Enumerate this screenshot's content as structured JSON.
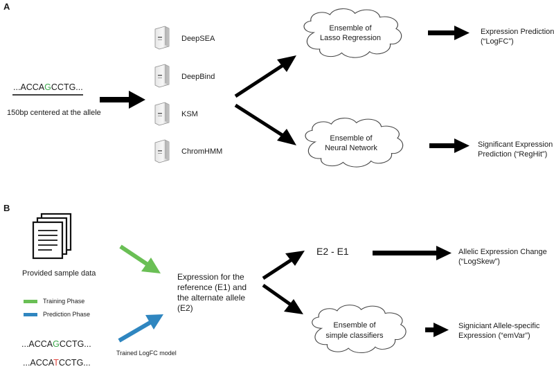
{
  "panel_a": {
    "label": "A",
    "sequence": {
      "before": "...ACCA",
      "allele": "G",
      "after": "CCTG...",
      "allele_color": "#3aa84a"
    },
    "sequence_caption": "150bp centered at the allele",
    "tools": [
      "DeepSEA",
      "DeepBind",
      "KSM",
      "ChromHMM"
    ],
    "cloud_top": {
      "line1": "Ensemble of",
      "line2": "Lasso Regression"
    },
    "cloud_bottom": {
      "line1": "Ensemble of",
      "line2": "Neural Network"
    },
    "output_top": {
      "line1": "Expression Prediction",
      "line2": "(“LogFC”)"
    },
    "output_bottom": {
      "line1": "Significant Expression",
      "line2": "Prediction (“RegHit”)"
    }
  },
  "panel_b": {
    "label": "B",
    "provided_data_caption": "Provided sample data",
    "legend": [
      {
        "label": "Training Phase",
        "color": "#6abf55"
      },
      {
        "label": "Prediction Phase",
        "color": "#2f86c0"
      }
    ],
    "seq_ref": {
      "before": "...ACCA",
      "allele": "G",
      "after": "CCTG...",
      "allele_color": "#3aa84a"
    },
    "seq_alt": {
      "before": "...ACCA",
      "allele": "T",
      "after": "CCTG...",
      "allele_color": "#e0413a"
    },
    "model_caption": "Trained LogFC model",
    "expression_text": [
      "Expression for the",
      "reference (E1) and",
      "the alternate allele",
      "(E2)"
    ],
    "difference": "E2 - E1",
    "cloud": {
      "line1": "Ensemble of",
      "line2": "simple classifiers"
    },
    "output_top": {
      "line1": "Allelic Expression Change",
      "line2": "(“LogSkew”)"
    },
    "output_bottom": {
      "line1": "Signiciant Allele-specific",
      "line2": "Expression  (“emVar”)"
    }
  }
}
